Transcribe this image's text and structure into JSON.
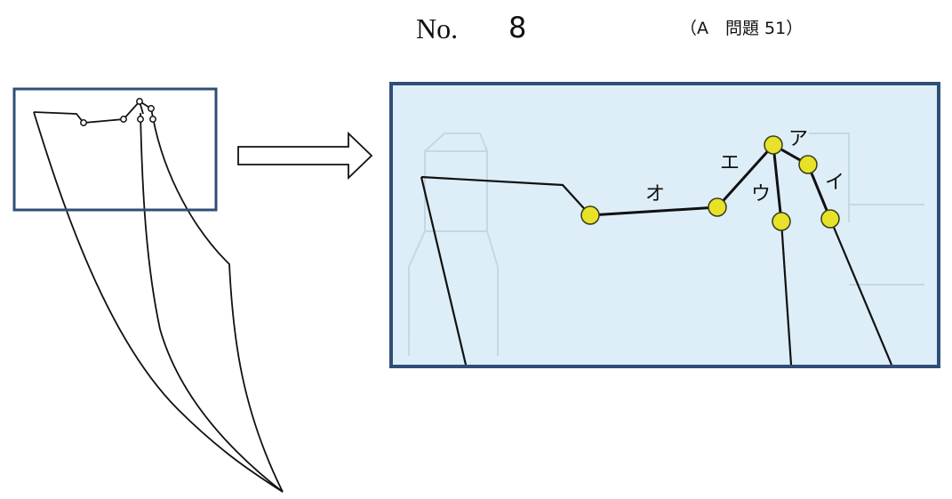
{
  "header": {
    "no_label": "No.",
    "number": "8",
    "problem_ref": "（A　問題 51）"
  },
  "colors": {
    "frame": "#2f4e79",
    "panel_fill": "#ddeef8",
    "line": "#111111",
    "node_fill": "#e7e229",
    "node_stroke": "#3a3a1a"
  },
  "diagram": {
    "arrow": "right-arrow",
    "points": [
      {
        "id": "a",
        "label": "ア"
      },
      {
        "id": "i",
        "label": "イ"
      },
      {
        "id": "u",
        "label": "ウ"
      },
      {
        "id": "e",
        "label": "エ"
      },
      {
        "id": "o",
        "label": "オ"
      }
    ]
  }
}
